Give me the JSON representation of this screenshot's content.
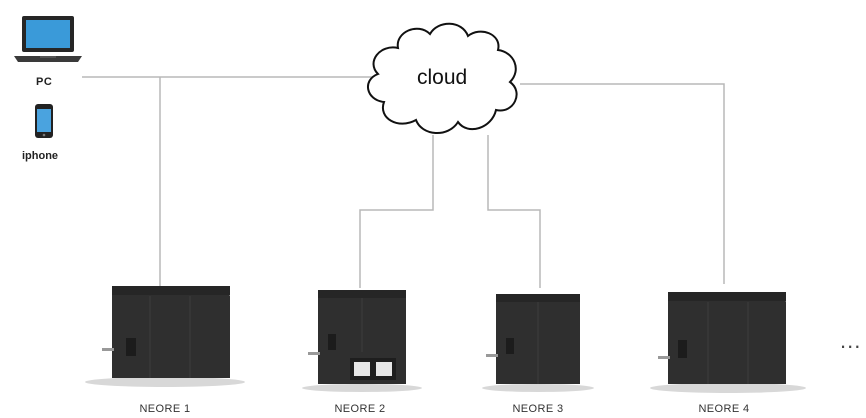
{
  "nodes": {
    "pc": {
      "label": "PC",
      "icon": "laptop-icon"
    },
    "phone": {
      "label": "iphone",
      "icon": "smartphone-icon"
    },
    "cloud": {
      "label": "cloud",
      "icon": "cloud-icon"
    },
    "devices": [
      {
        "label": "NEORE 1"
      },
      {
        "label": "NEORE 2"
      },
      {
        "label": "NEORE 3"
      },
      {
        "label": "NEORE 4"
      }
    ],
    "more": {
      "label": "...",
      "icon": "ellipsis-icon"
    }
  },
  "colors": {
    "connector": "#b8b8b8",
    "device_body": "#2f2f2f",
    "laptop_screen": "#3a9ad9",
    "phone_screen": "#4aa3df"
  }
}
